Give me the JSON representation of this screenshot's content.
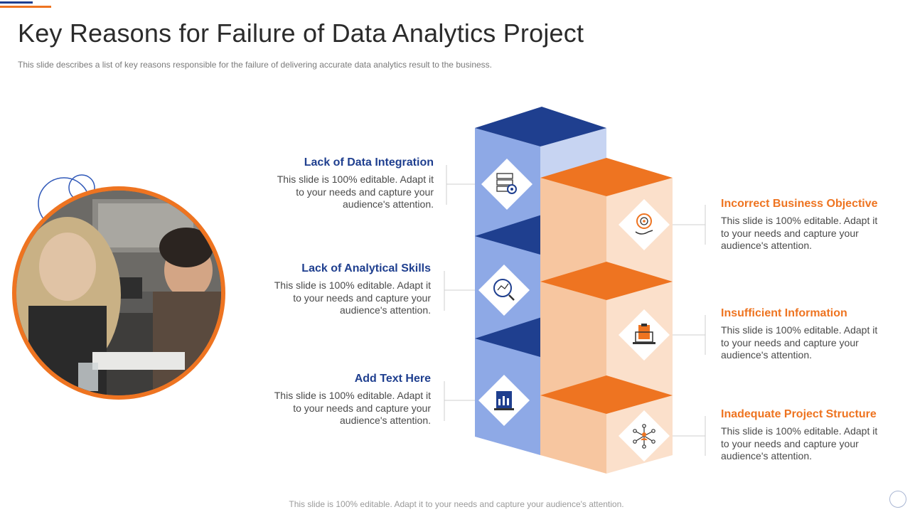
{
  "header": {
    "title": "Key Reasons for Failure of Data Analytics Project",
    "subtitle": "This slide describes a list of key reasons responsible for the failure of delivering  accurate data analytics result to the business."
  },
  "colors": {
    "blue_dark": "#1f3f8f",
    "blue_light": "#8ea9e6",
    "blue_pale": "#c7d4f2",
    "orange": "#ee7421",
    "orange_light": "#f7c6a0",
    "orange_pale": "#fbe0cb"
  },
  "left_items": [
    {
      "heading": "Lack of Data Integration",
      "body": "This slide is 100% editable. Adapt it to your needs and capture your audience's attention.",
      "icon": "server-gear-icon"
    },
    {
      "heading": "Lack of Analytical  Skills",
      "body": "This slide is 100% editable. Adapt it to your needs and capture your audience's attention.",
      "icon": "magnifier-chart-icon"
    },
    {
      "heading": "Add Text Here",
      "body": "This slide is 100% editable. Adapt it to your needs and capture your audience's attention.",
      "icon": "document-chart-icon"
    }
  ],
  "right_items": [
    {
      "heading": "Incorrect Business Objective",
      "body": "This slide is 100% editable. Adapt it to your needs and capture your audience's attention.",
      "icon": "target-hand-icon"
    },
    {
      "heading": "Insufficient Information",
      "body": "This slide is 100% editable. Adapt it to your needs and capture your audience's attention.",
      "icon": "laptop-clipboard-icon"
    },
    {
      "heading": "Inadequate Project Structure",
      "body": "This slide is 100% editable. Adapt it to your needs and capture your audience's attention.",
      "icon": "network-person-icon"
    }
  ],
  "footer": {
    "text": "This slide is 100% editable. Adapt it to your needs and capture your audience's attention."
  }
}
